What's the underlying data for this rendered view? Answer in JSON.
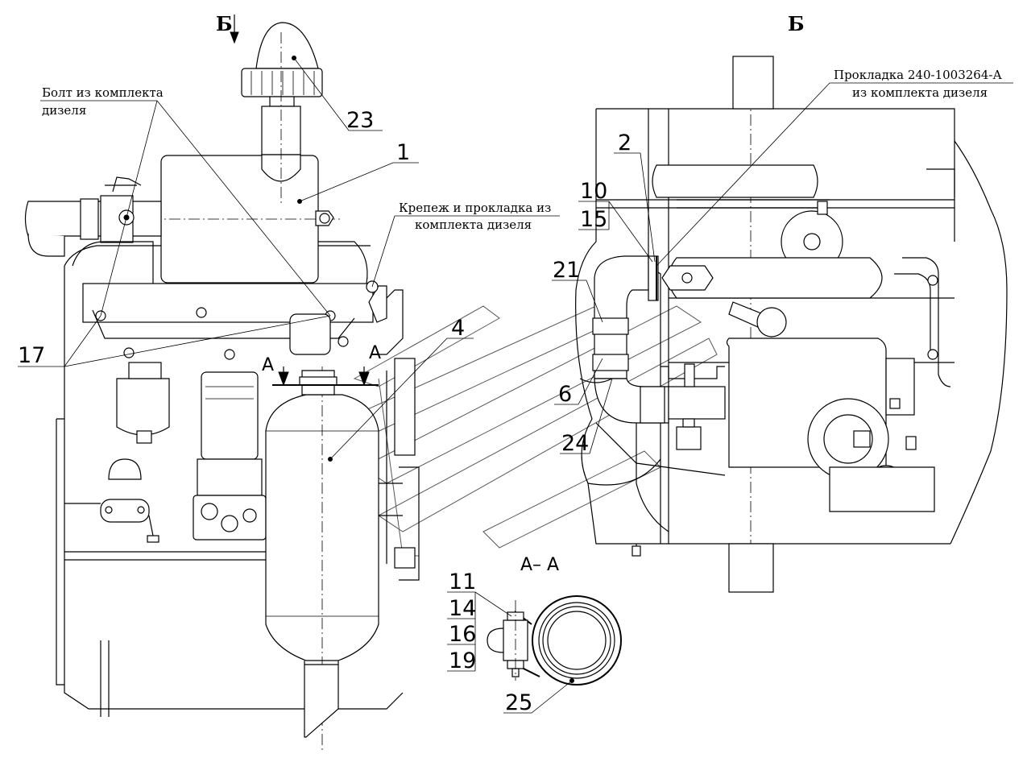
{
  "view_labels": {
    "arrow_view": "Б",
    "view_title": "Б",
    "section_arrow_left": "А",
    "section_arrow_right": "А",
    "section_title": "А– А"
  },
  "notes": {
    "bolt_line1": "Болт из комплекта",
    "bolt_line2": "дизеля",
    "fastener_line1": "Крепеж и прокладка из",
    "fastener_line2": "комплекта дизеля",
    "gasket_line1": "Прокладка 240-1003264-А",
    "gasket_line2": "из комплекта дизеля"
  },
  "callouts": {
    "p1": "1",
    "p2": "2",
    "p4": "4",
    "p6": "6",
    "p10": "10",
    "p11": "11",
    "p14": "14",
    "p15": "15",
    "p16": "16",
    "p17": "17",
    "p19": "19",
    "p21": "21",
    "p23": "23",
    "p24": "24",
    "p25": "25"
  }
}
